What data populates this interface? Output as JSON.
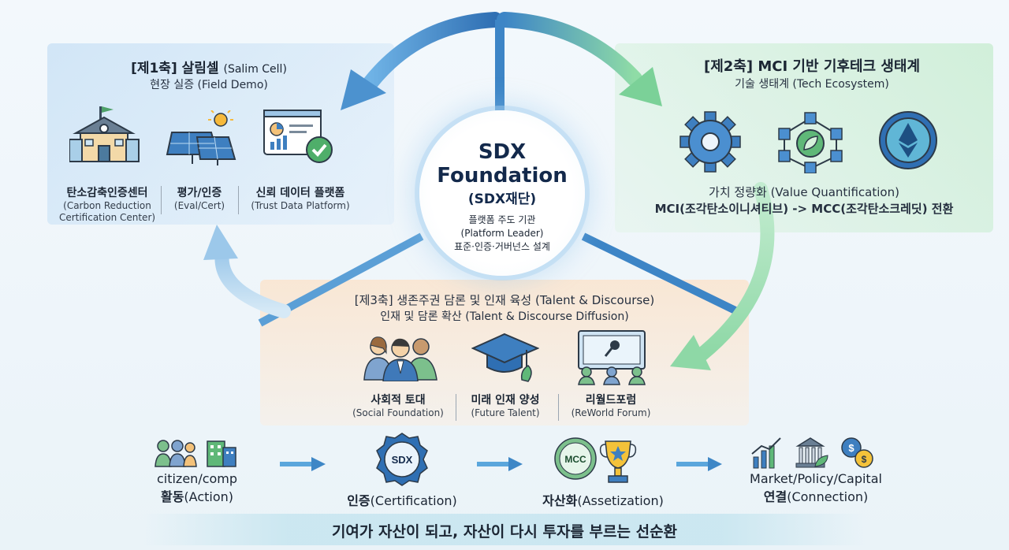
{
  "center": {
    "title_line1": "SDX",
    "title_line2": "Foundation",
    "subtitle": "(SDX재단)",
    "desc1": "플랫폼 주도 기관",
    "desc2": "(Platform Leader)",
    "desc3": "표준·인증·거버넌스 설계"
  },
  "axis1": {
    "title": "[제1축] 살림셀",
    "title_en": "(Salim Cell)",
    "subtitle": "현장 실증 (Field Demo)",
    "items": [
      {
        "label": "탄소감축인증센터",
        "en1": "(Carbon Reduction",
        "en2": "Certification Center)",
        "icon": "school-building-icon"
      },
      {
        "label": "평가/인증",
        "en1": "(Eval/Cert)",
        "en2": "",
        "icon": "solar-panel-icon"
      },
      {
        "label": "신뢰 데이터 플랫폼",
        "en1": "(Trust Data Platform)",
        "en2": "",
        "icon": "dashboard-check-icon"
      }
    ]
  },
  "axis2": {
    "title": "[제2축] MCI 기반 기후테크 생태계",
    "subtitle": "기술 생태계 (Tech Ecosystem)",
    "line1": "가치 정량화 (Value Quantification)",
    "line2": "MCI(조각탄소이니셔티브) -> MCC(조각탄소크레딧) 전환",
    "icons": [
      "gear-icon",
      "network-leaf-icon",
      "coin-icon"
    ]
  },
  "axis3": {
    "title": "[제3축] 생존주권 담론 및 인재 육성",
    "title_en": "(Talent & Discourse)",
    "subtitle": "인재 및 담론 확산 (Talent & Discourse Diffusion)",
    "items": [
      {
        "label": "사회적 토대",
        "en": "(Social Foundation)",
        "icon": "people-icon"
      },
      {
        "label": "미래 인재 양성",
        "en": "(Future Talent)",
        "icon": "graduation-cap-icon"
      },
      {
        "label": "리월드포럼",
        "en": "(ReWorld Forum)",
        "icon": "forum-stage-icon"
      }
    ]
  },
  "flow": [
    {
      "top": "citizen/comp",
      "bottom_ko": "활동",
      "bottom_en": "(Action)"
    },
    {
      "top": "",
      "bottom_ko": "인증",
      "bottom_en": "(Certification)",
      "badge": "SDX"
    },
    {
      "top": "",
      "bottom_ko": "자산화",
      "bottom_en": "(Assetization)",
      "badge": "MCC"
    },
    {
      "top": "Market/Policy/Capital",
      "bottom_ko": "연결",
      "bottom_en": "(Connection)"
    }
  ],
  "footer": "기여가 자산이 되고, 자산이 다시 투자를 부르는 선순환",
  "colors": {
    "blue": "#3e87c6",
    "green": "#6cc48a",
    "navy": "#13294b",
    "orange": "#f6dcc0"
  }
}
